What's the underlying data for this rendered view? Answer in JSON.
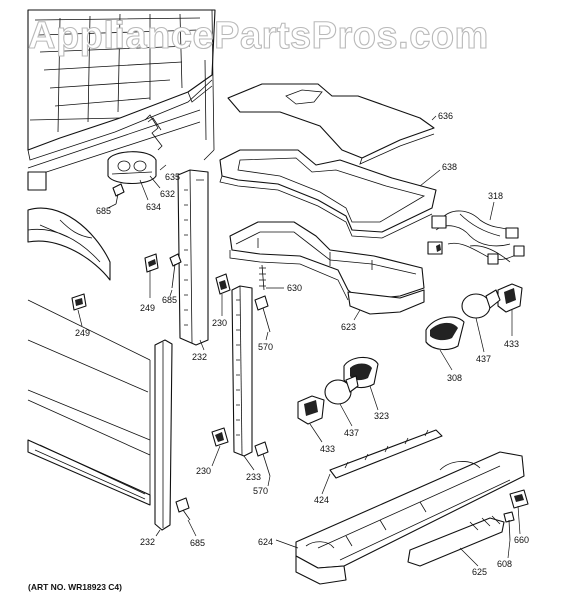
{
  "watermark": "AppliancePartsPros.com",
  "art_number": "(ART NO. WR18923 C4)",
  "callouts": [
    {
      "id": "c636",
      "text": "636"
    },
    {
      "id": "c638",
      "text": "638"
    },
    {
      "id": "c318",
      "text": "318"
    },
    {
      "id": "c635",
      "text": "635"
    },
    {
      "id": "c632",
      "text": "632"
    },
    {
      "id": "c634",
      "text": "634"
    },
    {
      "id": "c685a",
      "text": "685"
    },
    {
      "id": "c249a",
      "text": "249"
    },
    {
      "id": "c685b",
      "text": "685"
    },
    {
      "id": "c249b",
      "text": "249"
    },
    {
      "id": "c230a",
      "text": "230"
    },
    {
      "id": "c630",
      "text": "630"
    },
    {
      "id": "c570a",
      "text": "570"
    },
    {
      "id": "c232a",
      "text": "232"
    },
    {
      "id": "c623",
      "text": "623"
    },
    {
      "id": "c433a",
      "text": "433"
    },
    {
      "id": "c437a",
      "text": "437"
    },
    {
      "id": "c308",
      "text": "308"
    },
    {
      "id": "c323",
      "text": "323"
    },
    {
      "id": "c437b",
      "text": "437"
    },
    {
      "id": "c433b",
      "text": "433"
    },
    {
      "id": "c230b",
      "text": "230"
    },
    {
      "id": "c233",
      "text": "233"
    },
    {
      "id": "c570b",
      "text": "570"
    },
    {
      "id": "c424",
      "text": "424"
    },
    {
      "id": "c660",
      "text": "660"
    },
    {
      "id": "c624",
      "text": "624"
    },
    {
      "id": "c608",
      "text": "608"
    },
    {
      "id": "c625",
      "text": "625"
    },
    {
      "id": "c232b",
      "text": "232"
    },
    {
      "id": "c685c",
      "text": "685"
    }
  ]
}
